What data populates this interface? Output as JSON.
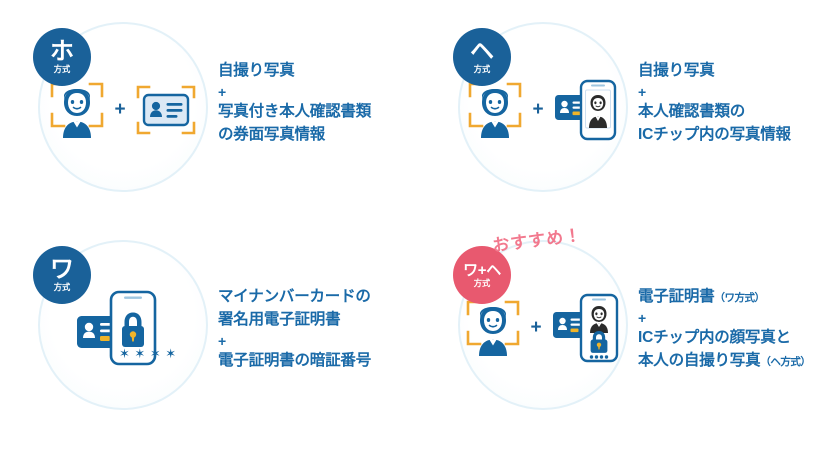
{
  "page": {
    "title": "本人確認方式の比較図",
    "colors": {
      "brand_blue": "#1a6199",
      "text_blue": "#1a6aa8",
      "accent_pink": "#e8596f",
      "bracket_orange": "#f0a830",
      "halo": "#e3f1f8",
      "card_light": "#dce9f5"
    }
  },
  "panels": [
    {
      "id": "ho",
      "badge": {
        "main": "ホ",
        "sub": "方式"
      },
      "badge_color": "#1a6199",
      "icons": [
        "selfie-face-icon",
        "plus",
        "id-card-icon"
      ],
      "plus": "+",
      "lines": [
        {
          "text": "自撮り写真",
          "type": "main"
        },
        {
          "text": "+",
          "type": "plus"
        },
        {
          "text": "写真付き本人確認書類",
          "type": "main"
        },
        {
          "text": "の券面写真情報",
          "type": "main"
        }
      ]
    },
    {
      "id": "he",
      "badge": {
        "main": "ヘ",
        "sub": "方式"
      },
      "badge_color": "#1a6199",
      "icons": [
        "selfie-face-icon",
        "plus",
        "card-phone-photo-icon"
      ],
      "plus": "+",
      "lines": [
        {
          "text": "自撮り写真",
          "type": "main"
        },
        {
          "text": "+",
          "type": "plus"
        },
        {
          "text": "本人確認書類の",
          "type": "main"
        },
        {
          "text": "ICチップ内の写真情報",
          "type": "main"
        }
      ]
    },
    {
      "id": "wa",
      "badge": {
        "main": "ワ",
        "sub": "方式"
      },
      "badge_color": "#1a6199",
      "icons": [
        "card-phone-lock-icon"
      ],
      "plus": "+",
      "lines": [
        {
          "text": "マイナンバーカードの",
          "type": "main"
        },
        {
          "text": "署名用電子証明書",
          "type": "main"
        },
        {
          "text": "+",
          "type": "plus"
        },
        {
          "text": "電子証明書の暗証番号",
          "type": "main"
        }
      ]
    },
    {
      "id": "wa-he",
      "badge": {
        "main": "ワ+ヘ",
        "sub": "方式"
      },
      "badge_color": "#e8596f",
      "recommend_label": "おすすめ！",
      "icons": [
        "selfie-face-icon",
        "plus",
        "card-phone-photo-lock-icon"
      ],
      "plus": "+",
      "lines": [
        {
          "text": "電子証明書",
          "note": "（ワ方式）",
          "type": "main"
        },
        {
          "text": "+",
          "type": "plus"
        },
        {
          "text": "ICチップ内の顔写真と",
          "type": "main"
        },
        {
          "text": "本人の自撮り写真",
          "note": "（ヘ方式）",
          "type": "main"
        }
      ]
    }
  ]
}
